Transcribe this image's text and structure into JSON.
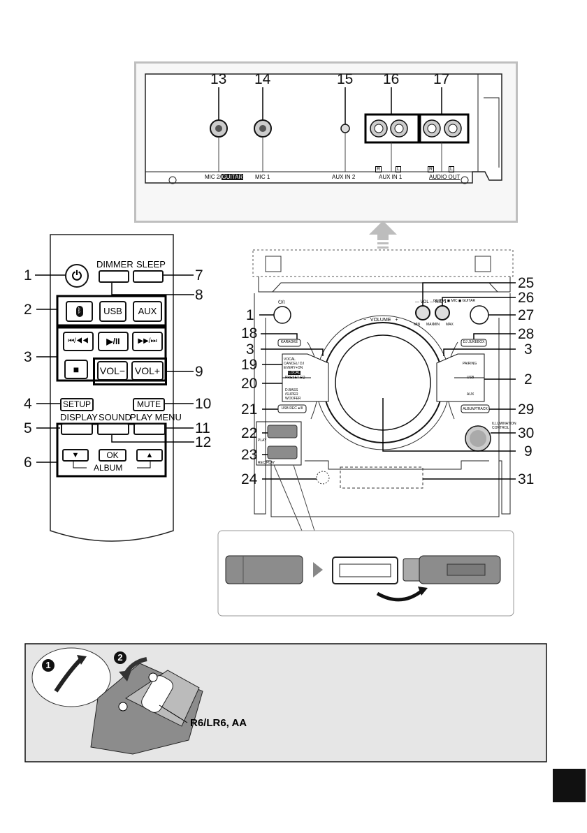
{
  "rear_panel": {
    "callouts": [
      "13",
      "14",
      "15",
      "16",
      "17"
    ],
    "labels": {
      "mic2_prefix": "MIC 2/",
      "mic2_guitar": "GUITAR",
      "mic1": "MIC 1",
      "aux_in2": "AUX IN 2",
      "aux_in1": "AUX IN 1",
      "audio_out": "AUDIO OUT",
      "r": "R",
      "l": "L"
    }
  },
  "remote": {
    "buttons": {
      "dimmer": "DIMMER",
      "sleep": "SLEEP",
      "bluetooth_icon": "bluetooth",
      "usb": "USB",
      "aux": "AUX",
      "prev": "⏮/◀◀",
      "play_pause": "▶/II",
      "next": "▶▶/⏭",
      "stop": "■",
      "vol_minus": "VOL−",
      "vol_plus": "VOL+",
      "setup": "SETUP",
      "mute": "MUTE",
      "display": "DISPLAY",
      "sound": "SOUND",
      "play_menu": "PLAY MENU",
      "down": "▼",
      "ok": "OK",
      "up": "▲",
      "album": "ALBUM"
    },
    "callouts_left": [
      "1",
      "2",
      "3",
      "4",
      "5",
      "6"
    ],
    "callouts_right": [
      "7",
      "8",
      "9",
      "10",
      "11",
      "12"
    ]
  },
  "main_unit": {
    "callouts_left": [
      "1",
      "18",
      "3",
      "19",
      "20",
      "21",
      "22",
      "23",
      "24"
    ],
    "callouts_right": [
      "25",
      "26",
      "27",
      "28",
      "3",
      "2",
      "29",
      "30",
      "9",
      "31"
    ],
    "labels": {
      "power": "⏻/I",
      "volume": "−   VOLUME   +",
      "karaoke": "KARAOKE",
      "vocal_cancel": "VOCAL CANCEL/ DJ EVERY+ON",
      "local": "LOCAL",
      "preset_eq": "PRESET EQ",
      "dbass": "D.BASS /SUPER WOOFER",
      "usb_rec": "USB REC ●/II",
      "dj_jukebox": "DJ JUKEBOX",
      "pairing": "PAIRING",
      "usb": "USB",
      "aux": "AUX",
      "album_track": "ALBUM/TRACK",
      "illumination": "ILLUMINATION CONTROL",
      "min": "MIN",
      "max": "MAX",
      "mic_vol": "— VOL — MIC 1",
      "guitar_mic": "GUITAR  ◼ MIC  ◼ GUITAR",
      "play": "PLAY",
      "rec_play": "REC/PLAY"
    }
  },
  "battery": {
    "step1": "1",
    "step2": "2",
    "battery_type": "R6/LR6, AA"
  }
}
